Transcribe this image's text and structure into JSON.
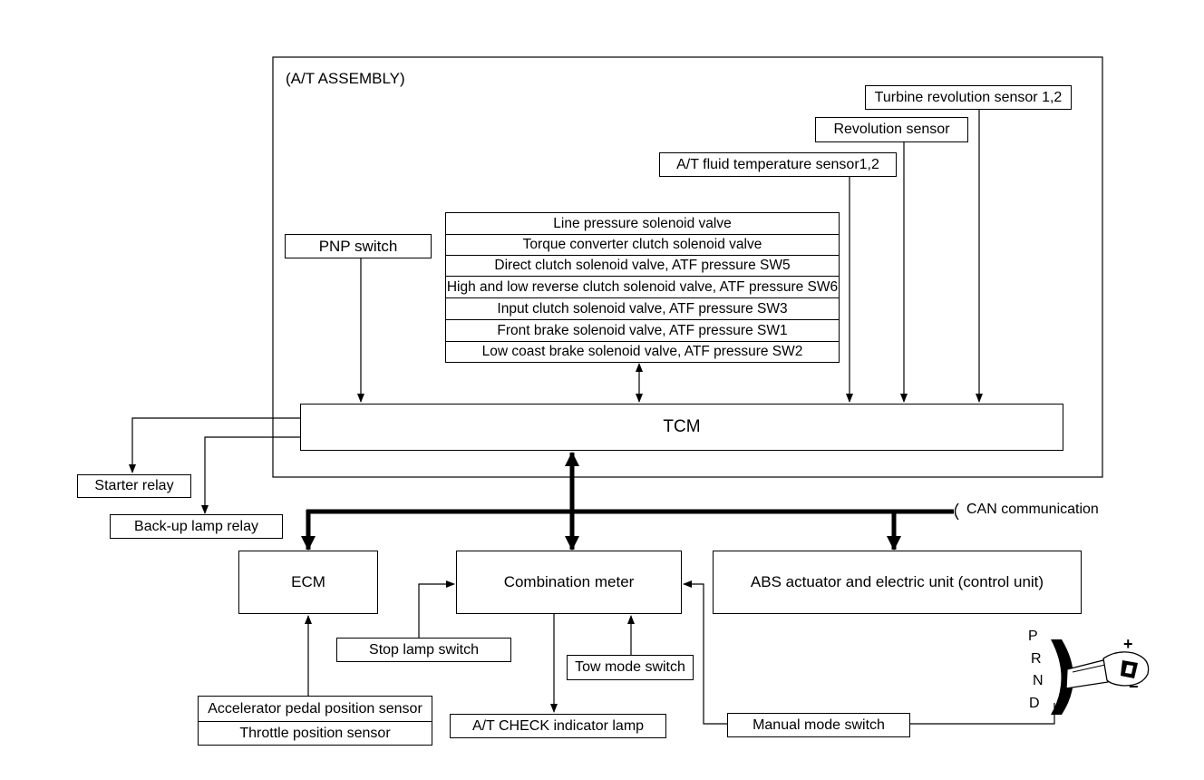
{
  "assembly_label": "(A/T ASSEMBLY)",
  "tcm": "TCM",
  "pnp_switch": "PNP switch",
  "turbine_sensor": "Turbine revolution sensor 1,2",
  "revolution_sensor": "Revolution sensor",
  "fluid_temp_sensor": "A/T fluid temperature sensor1,2",
  "solenoids": [
    "Line pressure solenoid valve",
    "Torque converter clutch solenoid valve",
    "Direct clutch solenoid valve, ATF pressure SW5",
    "High and low reverse clutch solenoid valve, ATF pressure SW6",
    "Input clutch solenoid valve, ATF pressure SW3",
    "Front brake solenoid valve, ATF pressure SW1",
    "Low coast brake solenoid valve, ATF pressure SW2"
  ],
  "starter_relay": "Starter relay",
  "backup_lamp_relay": "Back-up lamp relay",
  "can_label": "CAN communication",
  "ecm": "ECM",
  "combination_meter": "Combination meter",
  "abs_unit": "ABS actuator and electric unit (control unit)",
  "stop_lamp_switch": "Stop lamp switch",
  "tow_mode_switch": "Tow mode switch",
  "accel_sensor": "Accelerator pedal position sensor",
  "throttle_sensor": "Throttle position sensor",
  "check_lamp": "A/T CHECK indicator lamp",
  "manual_mode_switch": "Manual mode switch",
  "shifter": {
    "p": "P",
    "r": "R",
    "n": "N",
    "d": "D",
    "plus": "+",
    "minus": "−"
  }
}
